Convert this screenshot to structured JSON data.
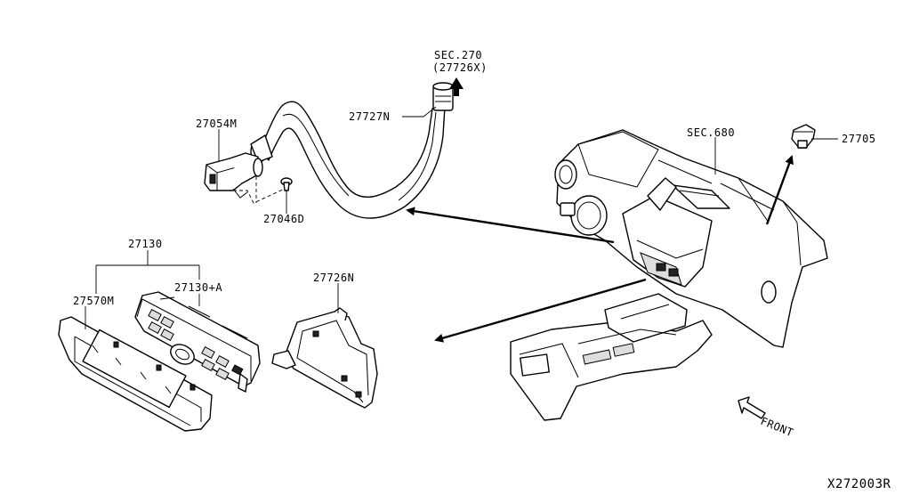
{
  "labels": {
    "sec270": "SEC.270",
    "sec270_ref": "(27726X)",
    "hose": "27727N",
    "actuator": "27054M",
    "screw": "27046D",
    "sec680": "SEC.680",
    "sensor": "27705",
    "control_assy": "27130",
    "control_sub": "27130+A",
    "finisher": "27570M",
    "bracket": "27726N",
    "front": "FRONT",
    "diagram_code": "X272003R"
  }
}
